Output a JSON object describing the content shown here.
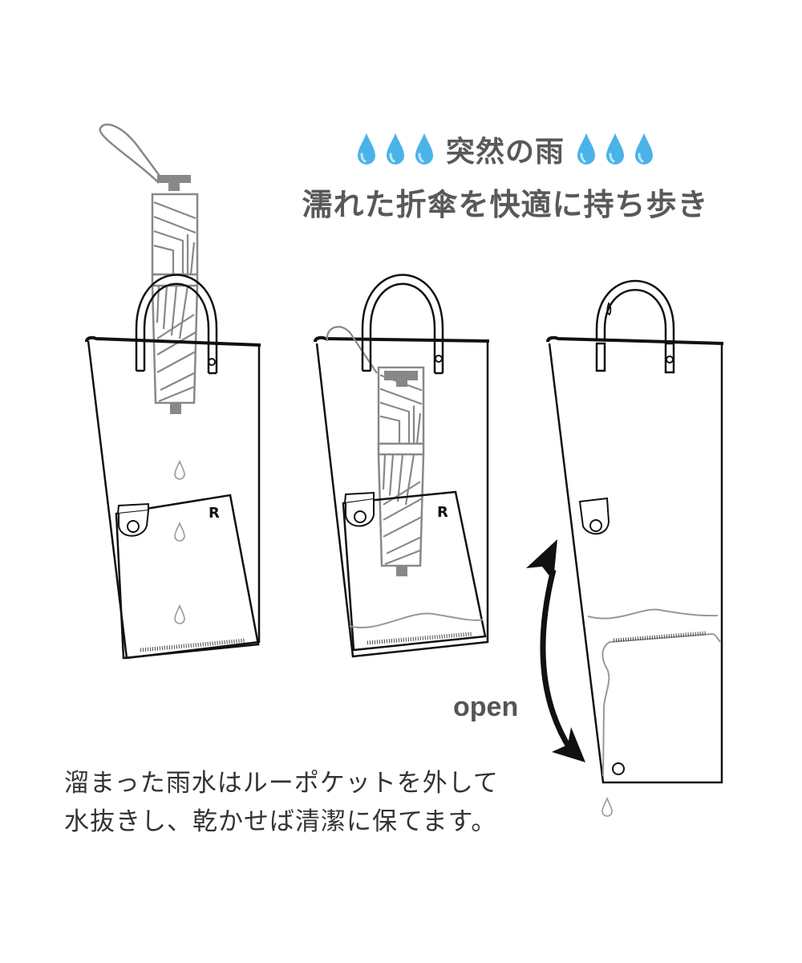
{
  "headline": {
    "line1": "突然の雨",
    "line2": "濡れた折傘を快適に持ち歩き",
    "drop_icon": "water-drop-icon",
    "drop_count_left": 3,
    "drop_count_right": 3,
    "drop_color": "#4ab3e8"
  },
  "illustration": {
    "panels": [
      {
        "id": "umbrella-insert",
        "description": "folded umbrella being inserted into bag, water drips"
      },
      {
        "id": "umbrella-stored",
        "description": "umbrella stored in bag with pocket"
      },
      {
        "id": "pocket-open",
        "description": "bottom pocket opened to drain water"
      }
    ],
    "pocket_logo": "R",
    "open_label": "open"
  },
  "caption": {
    "line1": "溜まった雨水はルーポケットを外して",
    "line2": "水抜きし、乾かせば清潔に保てます。"
  }
}
